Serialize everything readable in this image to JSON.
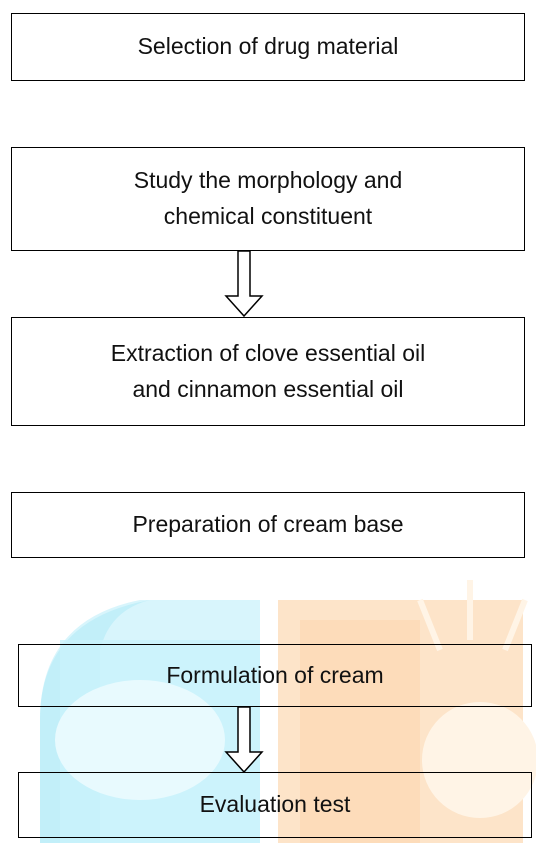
{
  "steps": [
    {
      "label": "Selection of drug material"
    },
    {
      "label": "Study the morphology and\n chemical constituent"
    },
    {
      "label": "Extraction of clove essential oil\n and cinnamon essential oil"
    },
    {
      "label": "Preparation of cream base"
    },
    {
      "label": "Formulation of cream"
    },
    {
      "label": "Evaluation test"
    }
  ],
  "colors": {
    "border": "#000000",
    "watermark_cyan": "#c7f1fb",
    "watermark_orange": "#fde2c4"
  }
}
